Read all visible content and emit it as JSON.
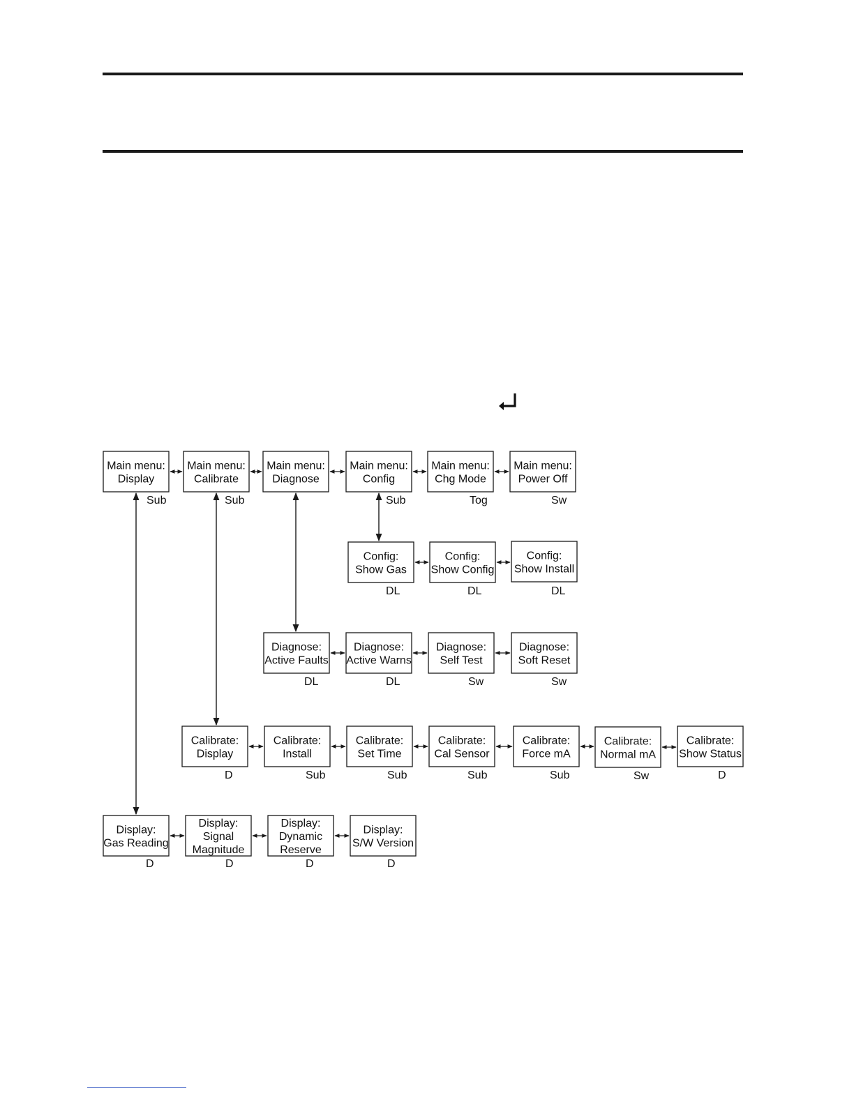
{
  "diagram": {
    "nodes": [
      {
        "id": "main-display",
        "lines": [
          "Main menu:",
          "Display"
        ],
        "tag": "Sub"
      },
      {
        "id": "main-calibrate",
        "lines": [
          "Main menu:",
          "Calibrate"
        ],
        "tag": "Sub"
      },
      {
        "id": "main-diagnose",
        "lines": [
          "Main menu:",
          "Diagnose"
        ],
        "tag": ""
      },
      {
        "id": "main-config",
        "lines": [
          "Main menu:",
          "Config"
        ],
        "tag": "Sub"
      },
      {
        "id": "main-chg-mode",
        "lines": [
          "Main menu:",
          "Chg Mode"
        ],
        "tag": "Tog"
      },
      {
        "id": "main-power-off",
        "lines": [
          "Main menu:",
          "Power Off"
        ],
        "tag": "Sw"
      },
      {
        "id": "config-show-gas",
        "lines": [
          "Config:",
          "Show Gas"
        ],
        "tag": "DL"
      },
      {
        "id": "config-show-config",
        "lines": [
          "Config:",
          "Show Config"
        ],
        "tag": "DL"
      },
      {
        "id": "config-show-install",
        "lines": [
          "Config:",
          "Show Install"
        ],
        "tag": "DL"
      },
      {
        "id": "diagnose-active-faults",
        "lines": [
          "Diagnose:",
          "Active Faults"
        ],
        "tag": "DL"
      },
      {
        "id": "diagnose-active-warns",
        "lines": [
          "Diagnose:",
          "Active Warns"
        ],
        "tag": "DL"
      },
      {
        "id": "diagnose-self-test",
        "lines": [
          "Diagnose:",
          "Self Test"
        ],
        "tag": "Sw"
      },
      {
        "id": "diagnose-soft-reset",
        "lines": [
          "Diagnose:",
          "Soft Reset"
        ],
        "tag": "Sw"
      },
      {
        "id": "calibrate-display",
        "lines": [
          "Calibrate:",
          "Display"
        ],
        "tag": "D"
      },
      {
        "id": "calibrate-install",
        "lines": [
          "Calibrate:",
          "Install"
        ],
        "tag": "Sub"
      },
      {
        "id": "calibrate-set-time",
        "lines": [
          "Calibrate:",
          "Set Time"
        ],
        "tag": "Sub"
      },
      {
        "id": "calibrate-cal-sensor",
        "lines": [
          "Calibrate:",
          "Cal Sensor"
        ],
        "tag": "Sub"
      },
      {
        "id": "calibrate-force-ma",
        "lines": [
          "Calibrate:",
          "Force mA"
        ],
        "tag": "Sub"
      },
      {
        "id": "calibrate-normal-ma",
        "lines": [
          "Calibrate:",
          "Normal mA"
        ],
        "tag": "Sw"
      },
      {
        "id": "calibrate-show-status",
        "lines": [
          "Calibrate:",
          "Show Status"
        ],
        "tag": "D"
      },
      {
        "id": "display-gas-reading",
        "lines": [
          "Display:",
          "Gas Reading"
        ],
        "tag": "D"
      },
      {
        "id": "display-signal-magnitude",
        "lines": [
          "Display:",
          "Signal",
          "Magnitude"
        ],
        "tag": "D"
      },
      {
        "id": "display-dynamic-reserve",
        "lines": [
          "Display:",
          "Dynamic",
          "Reserve"
        ],
        "tag": "D"
      },
      {
        "id": "display-sw-version",
        "lines": [
          "Display:",
          "S/W Version"
        ],
        "tag": "D"
      }
    ],
    "links": [
      {
        "from": "main-display",
        "to": "main-calibrate"
      },
      {
        "from": "main-calibrate",
        "to": "main-diagnose"
      },
      {
        "from": "main-diagnose",
        "to": "main-config"
      },
      {
        "from": "main-config",
        "to": "main-chg-mode"
      },
      {
        "from": "main-chg-mode",
        "to": "main-power-off"
      },
      {
        "from": "config-show-gas",
        "to": "config-show-config"
      },
      {
        "from": "config-show-config",
        "to": "config-show-install"
      },
      {
        "from": "diagnose-active-faults",
        "to": "diagnose-active-warns"
      },
      {
        "from": "diagnose-active-warns",
        "to": "diagnose-self-test"
      },
      {
        "from": "diagnose-self-test",
        "to": "diagnose-soft-reset"
      },
      {
        "from": "calibrate-display",
        "to": "calibrate-install"
      },
      {
        "from": "calibrate-install",
        "to": "calibrate-set-time"
      },
      {
        "from": "calibrate-set-time",
        "to": "calibrate-cal-sensor"
      },
      {
        "from": "calibrate-cal-sensor",
        "to": "calibrate-force-ma"
      },
      {
        "from": "calibrate-force-ma",
        "to": "calibrate-normal-ma"
      },
      {
        "from": "calibrate-normal-ma",
        "to": "calibrate-show-status"
      },
      {
        "from": "display-gas-reading",
        "to": "display-signal-magnitude"
      },
      {
        "from": "display-signal-magnitude",
        "to": "display-dynamic-reserve"
      },
      {
        "from": "display-dynamic-reserve",
        "to": "display-sw-version"
      },
      {
        "from": "main-config",
        "to": "config-show-gas"
      },
      {
        "from": "main-diagnose",
        "to": "diagnose-active-faults"
      },
      {
        "from": "main-calibrate",
        "to": "calibrate-display"
      },
      {
        "from": "main-display",
        "to": "display-gas-reading"
      }
    ]
  }
}
